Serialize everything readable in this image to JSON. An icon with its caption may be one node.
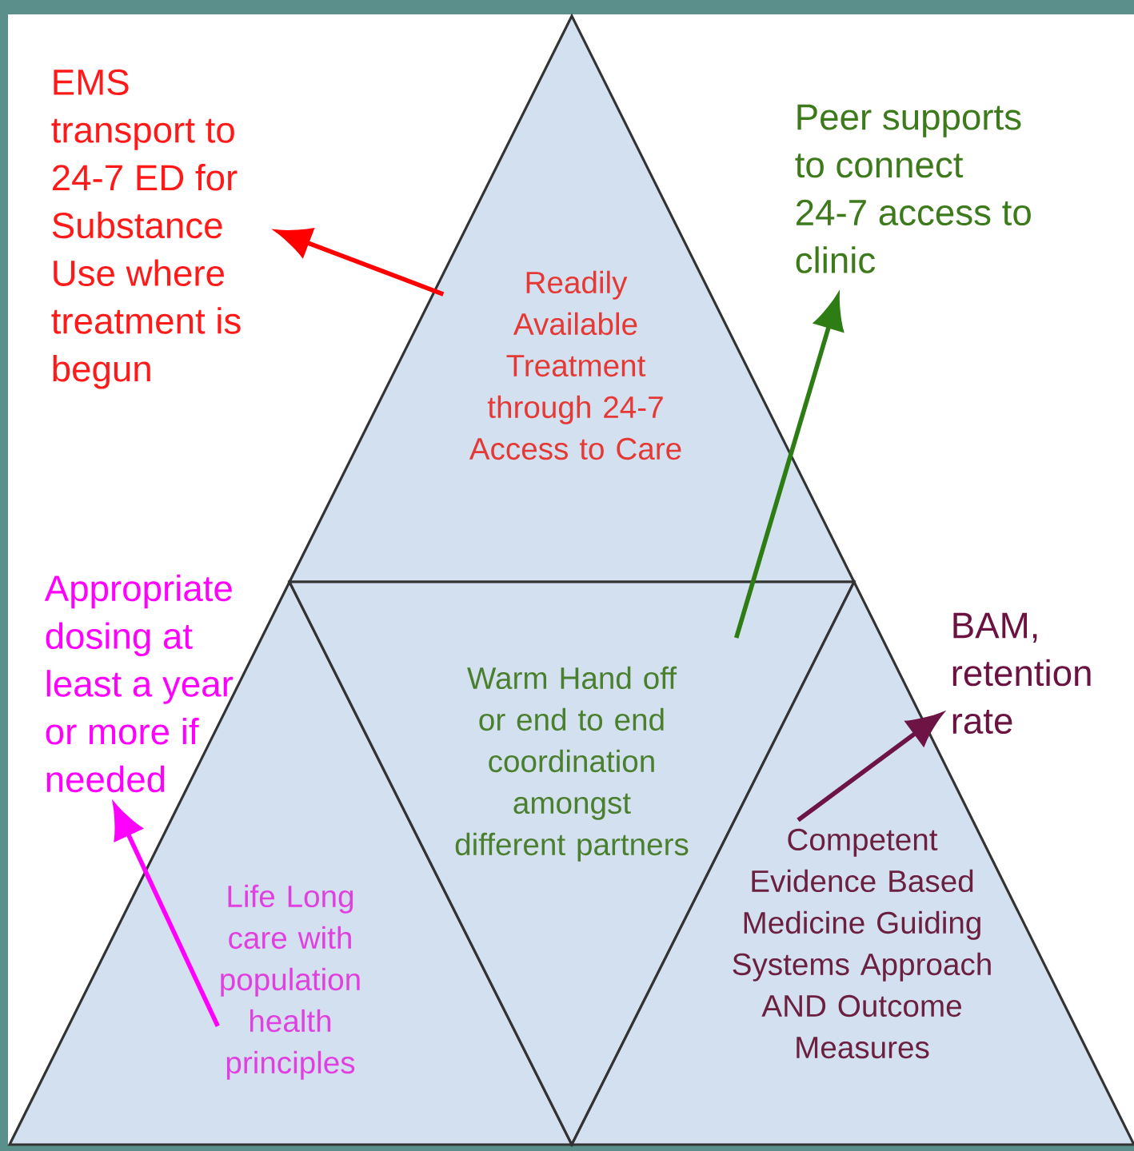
{
  "diagram": {
    "nodes": [
      {
        "text": [
          "Readily Available Treatment through 24-7 Access to Care"
        ]
      },
      {
        "text": [
          "EMS transport to 24-7 ED for Substance Use where treatment is begun"
        ]
      },
      {
        "text": [
          "Peer supports to connect 24-7 access to clinic"
        ]
      },
      {
        "text": [
          "Appropriate dosing at least a year or more if needed"
        ]
      },
      {
        "text": [
          "Life Long care with population health principles"
        ]
      },
      {
        "text": [
          "Warm Hand off or end to end coordination amongst different partners"
        ]
      },
      {
        "text": [
          "BAM, retention rate"
        ]
      },
      {
        "text": [
          "Competent Evidence Based Medicine Guiding Systems Approach AND Outcome Measures"
        ]
      }
    ],
    "edges": [
      {
        "from": 0,
        "to": 1,
        "arrow": "to",
        "color": "#ff0000"
      },
      {
        "from": 5,
        "to": 2,
        "arrow": "to",
        "color": "#2e7d14"
      },
      {
        "from": 4,
        "to": 3,
        "arrow": "to",
        "color": "#ff00ff"
      },
      {
        "from": 7,
        "to": 6,
        "arrow": "to",
        "color": "#6e1444"
      }
    ]
  }
}
